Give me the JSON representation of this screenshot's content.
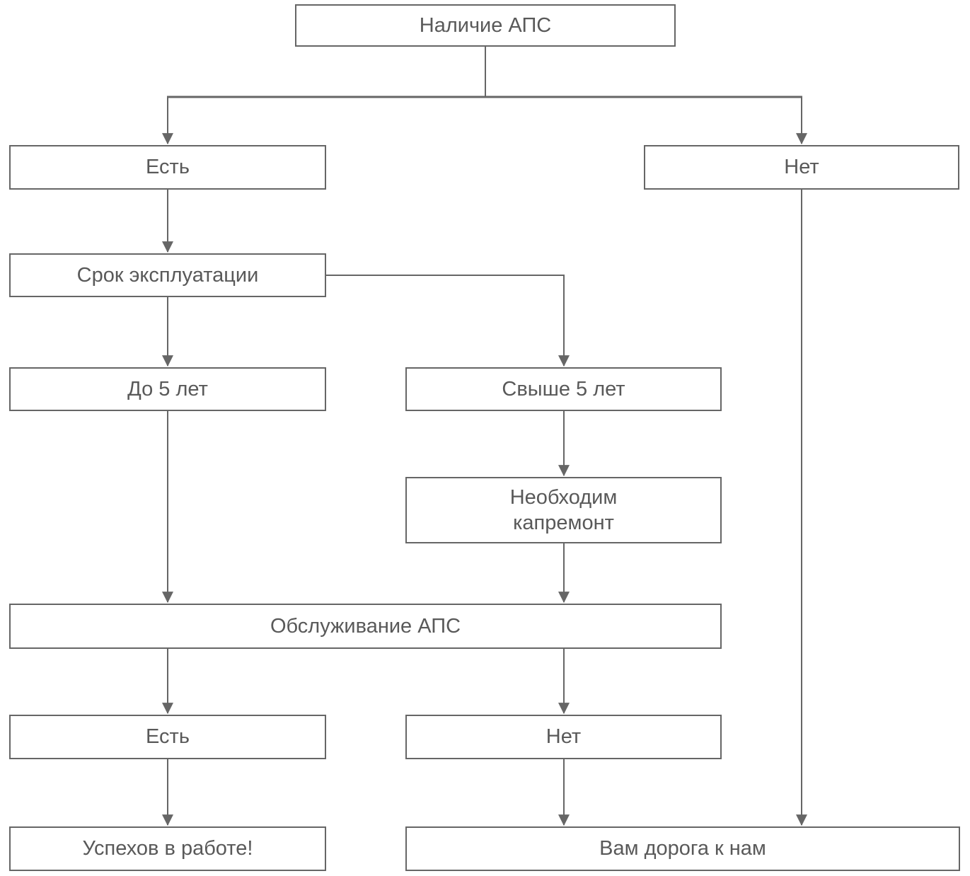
{
  "diagram": {
    "type": "flowchart",
    "language": "ru",
    "colors": {
      "line": "#666666",
      "text": "#595959",
      "node_background": "#ffffff",
      "page_background": "#ffffff"
    },
    "nodes": {
      "apc_presence": {
        "label": "Наличие АПС"
      },
      "present": {
        "label": "Есть"
      },
      "absent": {
        "label": "Нет"
      },
      "service_life": {
        "label": "Срок эксплуатации"
      },
      "under_5_years": {
        "label": "До 5 лет"
      },
      "over_5_years": {
        "label": "Свыше 5 лет"
      },
      "overhaul_needed": {
        "label": "Необходим\nкапремонт"
      },
      "maintenance": {
        "label": "Обслуживание АПС"
      },
      "maintenance_present": {
        "label": "Есть"
      },
      "maintenance_absent": {
        "label": "Нет"
      },
      "success": {
        "label": "Успехов в работе!"
      },
      "come_to_us": {
        "label": "Вам дорога к нам"
      }
    },
    "edges": [
      {
        "from": "apc_presence",
        "to": "present"
      },
      {
        "from": "apc_presence",
        "to": "absent"
      },
      {
        "from": "present",
        "to": "service_life"
      },
      {
        "from": "service_life",
        "to": "under_5_years"
      },
      {
        "from": "service_life",
        "to": "over_5_years"
      },
      {
        "from": "over_5_years",
        "to": "overhaul_needed"
      },
      {
        "from": "under_5_years",
        "to": "maintenance"
      },
      {
        "from": "overhaul_needed",
        "to": "maintenance"
      },
      {
        "from": "maintenance",
        "to": "maintenance_present"
      },
      {
        "from": "maintenance",
        "to": "maintenance_absent"
      },
      {
        "from": "maintenance_present",
        "to": "success"
      },
      {
        "from": "maintenance_absent",
        "to": "come_to_us"
      },
      {
        "from": "absent",
        "to": "come_to_us"
      }
    ]
  }
}
